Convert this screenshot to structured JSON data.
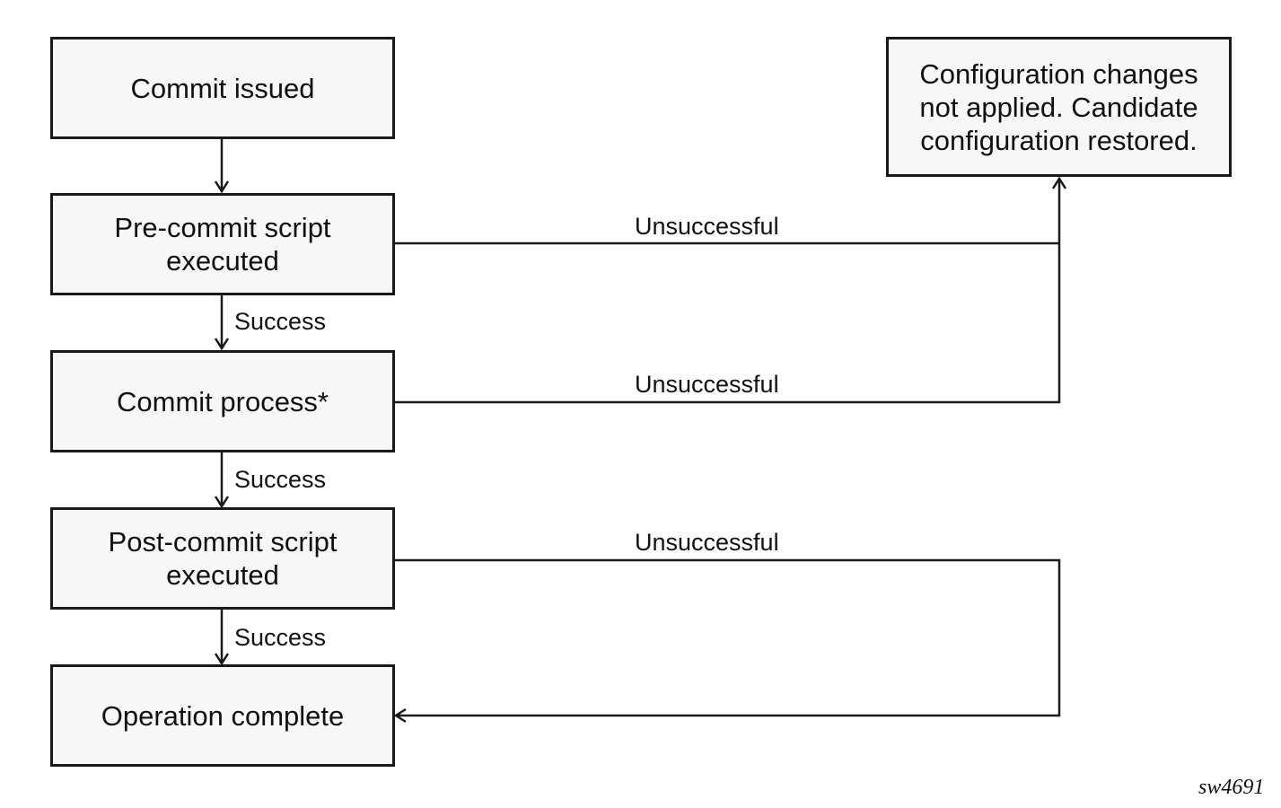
{
  "nodes": {
    "commit_issued": "Commit issued",
    "pre_commit": "Pre-commit script\nexecuted",
    "commit_process": "Commit process*",
    "post_commit": "Post-commit script\nexecuted",
    "operation_complete": "Operation complete",
    "config_not_applied": "Configuration changes\nnot applied. Candidate\nconfiguration restored."
  },
  "edges": {
    "pre_commit_success": "Success",
    "commit_process_success": "Success",
    "post_commit_success": "Success",
    "pre_commit_unsuccessful": "Unsuccessful",
    "commit_process_unsuccessful": "Unsuccessful",
    "post_commit_unsuccessful": "Unsuccessful"
  },
  "figure_id": "sw4691",
  "colors": {
    "line": "#1a1a1a",
    "box_fill": "#f7f7f7"
  }
}
